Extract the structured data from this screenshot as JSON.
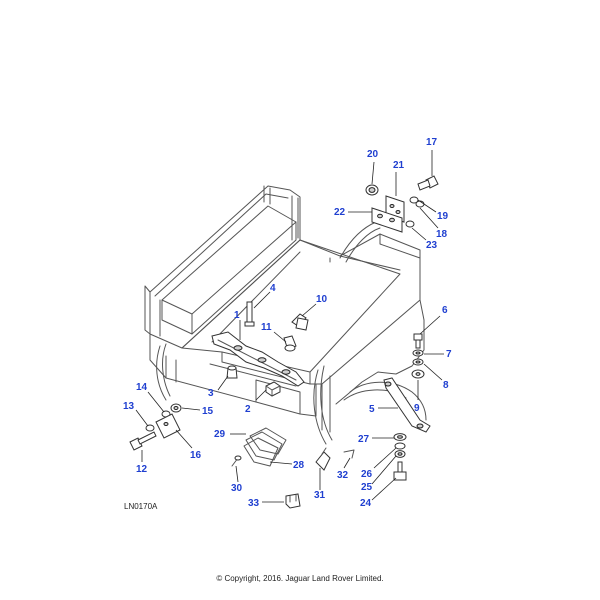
{
  "diagram": {
    "reference_code": "LN0170A",
    "copyright": "© Copyright, 2016. Jaguar Land Rover Limited.",
    "callouts": [
      "1",
      "2",
      "3",
      "4",
      "5",
      "6",
      "7",
      "8",
      "9",
      "10",
      "11",
      "12",
      "13",
      "14",
      "15",
      "16",
      "17",
      "18",
      "19",
      "20",
      "21",
      "22",
      "23",
      "24",
      "25",
      "26",
      "27",
      "28",
      "29",
      "30",
      "31",
      "32",
      "33"
    ]
  }
}
